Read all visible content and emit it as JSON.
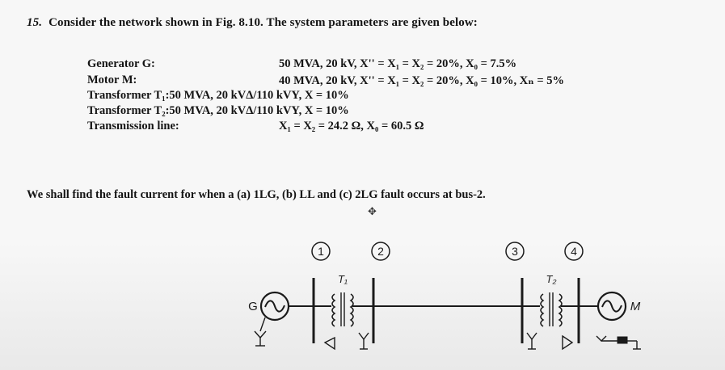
{
  "problem": {
    "number": "15.",
    "statement": "Consider the network shown in Fig. 8.10. The system parameters are given below:"
  },
  "parameters": [
    {
      "label": "Generator G:",
      "value": "50 MVA, 20 kV, X'' = X₁ = X₂ = 20%, X₀ = 7.5%"
    },
    {
      "label": "Motor M:",
      "value": "40 MVA, 20 kV, X'' = X₁ = X₂ = 20%, X₀ = 10%, Xₙ = 5%"
    },
    {
      "label": "Transformer T₁:",
      "value": "50 MVA, 20 kVΔ/110 kVY, X = 10%"
    },
    {
      "label": "Transformer T₂:",
      "value": "50 MVA, 20 kVΔ/110 kVY, X = 10%"
    },
    {
      "label": "Transmission line:",
      "value": "X₁ = X₂ = 24.2 Ω, X₀ = 60.5 Ω"
    }
  ],
  "question": "We shall find the fault current for when a (a) 1LG, (b) LL and (c) 2LG fault occurs at bus-2.",
  "diagram": {
    "generator_label": "G",
    "motor_label": "M",
    "bus_labels": [
      "1",
      "2",
      "3",
      "4"
    ],
    "transformer_labels": [
      "T₁",
      "T₂"
    ]
  }
}
